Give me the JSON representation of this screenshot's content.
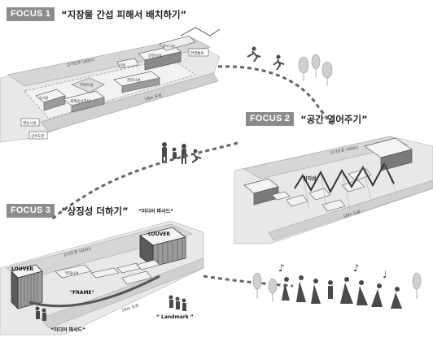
{
  "focus1": {
    "tag": "FOCUS 1",
    "title": "“지장물 간섭 피해서 배치하기”"
  },
  "focus2": {
    "tag": "FOCUS 2",
    "title": "“공간 열어주기”"
  },
  "focus3": {
    "tag": "FOCUS 3",
    "title": "“상징성 더하기”"
  },
  "labels": {
    "road_40m_1": "고가도로 (40m)",
    "road_18m_1": "18m 도로",
    "building_1a": "부대시설",
    "building_1b": "기존",
    "building_1c": "관리시설",
    "building_1d": "세계음식코너",
    "building_1e": "유기물",
    "building_1f": "공연시설",
    "building_1g": "관리시설",
    "tag_left_1": "명동시설",
    "tag_left_2": "상수도관",
    "tag_right_1": "연결통로",
    "road_40m_2": "고가도로 (40m)",
    "road_18m_2": "18m 도로",
    "node_2": "인지성",
    "road_40m_3": "고가도로 (40m)",
    "road_18m_3": "18m 도로",
    "louver_left": "LOUVER",
    "louver_right": "LOUVER",
    "frame": "\"FRAME\"",
    "media_facade_top": "“미디어 파사드”",
    "media_facade_bottom": "“미디어 파사드”",
    "landmark": "“ Landmark ”",
    "building_3a": "부대시설"
  },
  "colors": {
    "ground": "#e6e6e6",
    "road": "#cfcfcf",
    "building_top": "#f4f4f4",
    "building_side": "#9c9c9c",
    "dark_side": "#555555",
    "dash": "#6a6a6a",
    "person": "#4a4a4a",
    "tag_bg": "#8c8c8c"
  }
}
